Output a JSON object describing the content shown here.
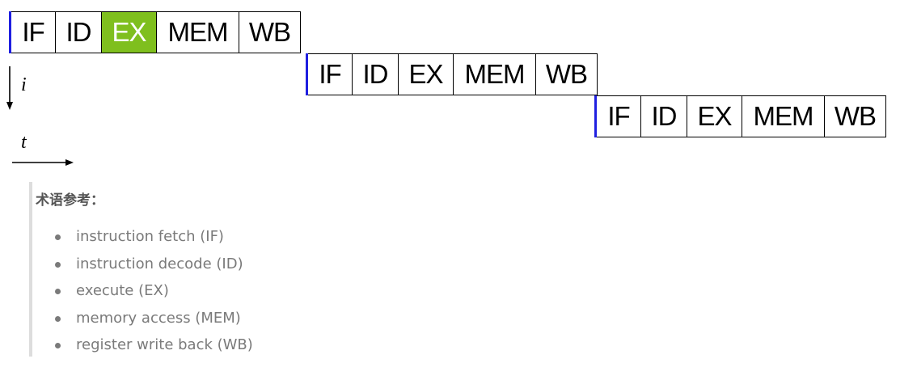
{
  "pipeline": {
    "rows": [
      {
        "stages": [
          {
            "label": "IF",
            "highlighted": false
          },
          {
            "label": "ID",
            "highlighted": false
          },
          {
            "label": "EX",
            "highlighted": true
          },
          {
            "label": "MEM",
            "highlighted": false
          },
          {
            "label": "WB",
            "highlighted": false
          }
        ]
      },
      {
        "stages": [
          {
            "label": "IF",
            "highlighted": false
          },
          {
            "label": "ID",
            "highlighted": false
          },
          {
            "label": "EX",
            "highlighted": false
          },
          {
            "label": "MEM",
            "highlighted": false
          },
          {
            "label": "WB",
            "highlighted": false
          }
        ]
      },
      {
        "stages": [
          {
            "label": "IF",
            "highlighted": false
          },
          {
            "label": "ID",
            "highlighted": false
          },
          {
            "label": "EX",
            "highlighted": false
          },
          {
            "label": "MEM",
            "highlighted": false
          },
          {
            "label": "WB",
            "highlighted": false
          }
        ]
      }
    ],
    "highlight_color": "#7fbf1e",
    "row_start_marker_color": "#1f1fe0",
    "axis_i_label": "i",
    "axis_t_label": "t"
  },
  "terms": {
    "title": "术语参考：",
    "items": [
      "instruction fetch (IF)",
      "instruction decode (ID)",
      "execute (EX)",
      "memory access (MEM)",
      "register write back (WB)"
    ]
  }
}
